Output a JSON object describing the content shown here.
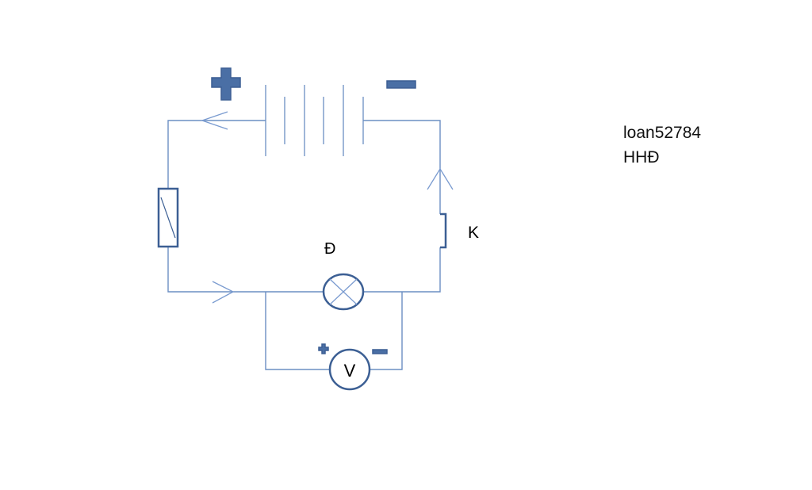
{
  "diagram": {
    "lamp_label": "Đ",
    "switch_label": "K",
    "voltmeter_label": "V",
    "battery_positive_sign": "+",
    "battery_negative_sign": "−",
    "voltmeter_positive_sign": "+",
    "voltmeter_negative_sign": "−"
  },
  "watermark": {
    "line1": "loan52784",
    "line2": "HHĐ"
  },
  "colors": {
    "wire": "#6b8fc3",
    "component": "#3c5f94",
    "sign_fill": "#4a6fa5"
  }
}
